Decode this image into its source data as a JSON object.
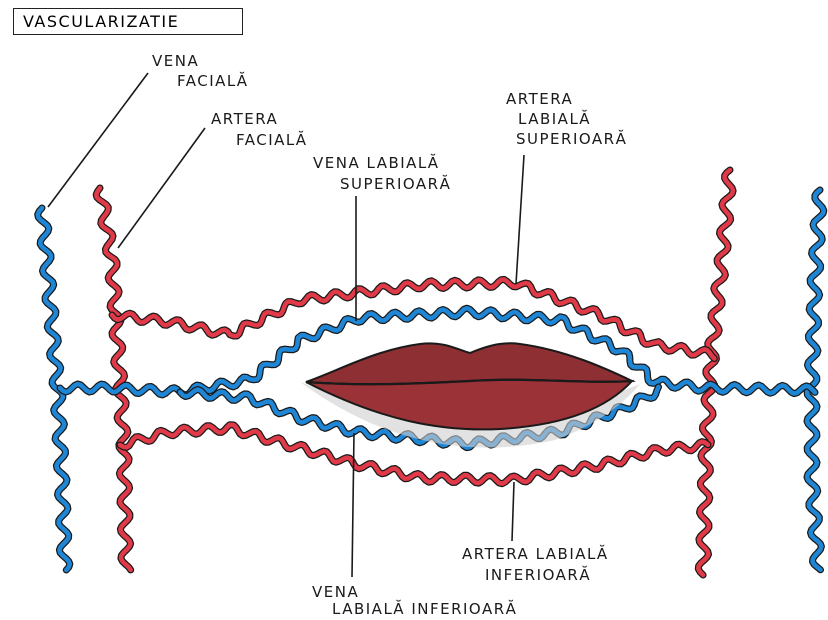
{
  "title": "VASCULARIZATIE",
  "labels": {
    "vena_faciala": [
      "VENA",
      "FACIALĂ"
    ],
    "artera_faciala": [
      "ARTERA",
      "FACIALĂ"
    ],
    "vena_labiala_superioara": [
      "VENA LABIALĂ",
      "SUPERIOARĂ"
    ],
    "artera_labiala_superioara": [
      "ARTERA",
      "LABIALĂ",
      "SUPERIOARĂ"
    ],
    "artera_labiala_inferioara": [
      "ARTERA LABIALĂ",
      "INFERIOARĂ"
    ],
    "vena_labiala_inferioara": [
      "VENA",
      "LABIALĂ  INFERIOARĂ"
    ]
  },
  "colors": {
    "artery": "#e03a48",
    "vein": "#1f86d6",
    "lips": "#8e2f33",
    "outline": "#1a1a1a"
  }
}
